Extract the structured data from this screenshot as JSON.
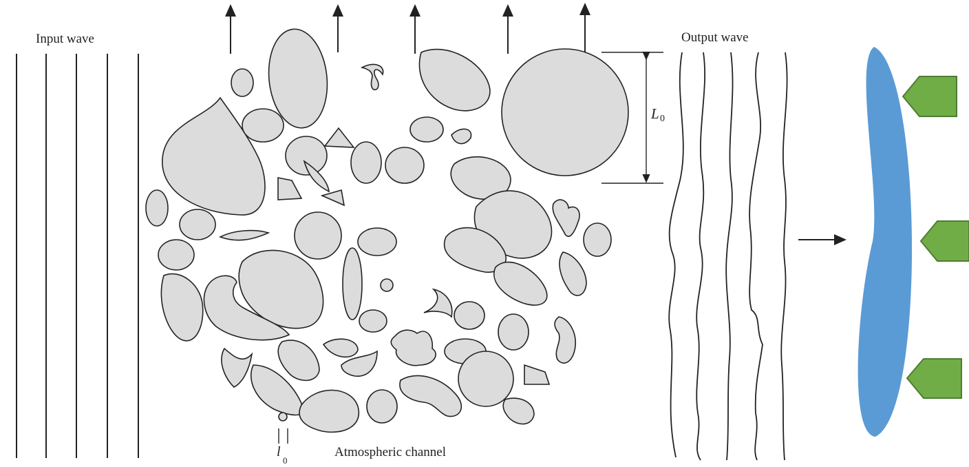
{
  "labels": {
    "input_wave": "Input wave",
    "output_wave": "Output wave",
    "channel": "Atmospheric channel",
    "outer_scale_L": "L",
    "outer_scale_sub": "0",
    "inner_scale_l": "l",
    "inner_scale_sub": "0"
  },
  "colors": {
    "eddy_fill": "#dcdcdc",
    "outline": "#222222",
    "receiver_lens": "#5b9bd5",
    "detector": "#70ad47",
    "detector_border": "#4e7d31"
  },
  "icons": {
    "receiver": "lens-shape",
    "detectors": "pentagon-arrow-shape"
  }
}
